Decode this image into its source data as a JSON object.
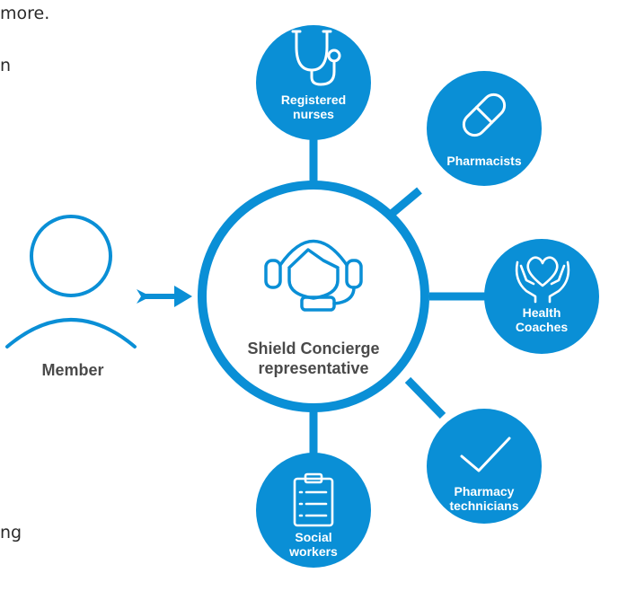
{
  "text_fragments": {
    "top": "more.",
    "upper_left": "n",
    "bottom": "ng"
  },
  "member": {
    "label": "Member"
  },
  "hub": {
    "line1": "Shield Concierge",
    "line2": "representative"
  },
  "roles": [
    {
      "icon": "stethoscope-icon",
      "line1": "Registered",
      "line2": "nurses"
    },
    {
      "icon": "pill-capsule-icon",
      "line1": "Pharmacists",
      "line2": ""
    },
    {
      "icon": "hands-heart-icon",
      "line1": "Health",
      "line2": "Coaches"
    },
    {
      "icon": "checkmark-icon",
      "line1": "Pharmacy",
      "line2": "technicians"
    },
    {
      "icon": "clipboard-list-icon",
      "line1": "Social",
      "line2": "workers"
    }
  ],
  "colors": {
    "accent": "#0a8fd6",
    "text_dark": "#4a4a4a",
    "fragment_text": "#2b2b2b",
    "on_accent": "#ffffff"
  }
}
